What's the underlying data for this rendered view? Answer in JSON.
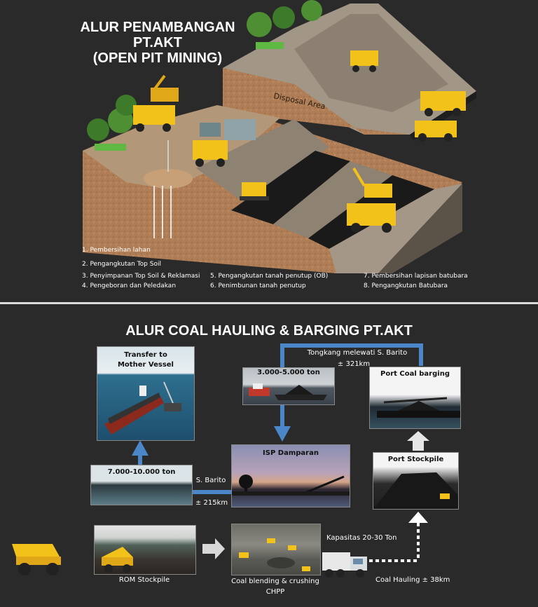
{
  "top": {
    "title_line1": "ALUR PENAMBANGAN",
    "title_line2": "PT.AKT",
    "title_line3": "(OPEN PIT MINING)",
    "disposal_label": "Disposal Area",
    "steps": [
      "1. Pembersihan lahan",
      "2. Pengangkutan Top Soil",
      "3. Penyimpanan Top Soil & Reklamasi",
      "4. Pengeboran dan Peledakan",
      "5. Pengangkutan tanah penutup (OB)",
      "6. Penimbunan tanah penutup",
      "7. Pembersihan lapisan batubara",
      "8. Pengangkutan Batubara"
    ]
  },
  "bottom": {
    "title": "ALUR COAL HAULING & BARGING PT.AKT",
    "transfer_line1": "Transfer to",
    "transfer_line2": "Mother Vessel",
    "tongkang_label": "Tongkang melewati S. Barito",
    "tongkang_distance": "± 321km",
    "barge_capacity": "3.000-5.000 ton",
    "port_barging": "Port Coal barging",
    "vessel_capacity": "7.000-10.000 ton",
    "river_label": "S. Barito",
    "river_distance": "± 215km",
    "isp_label": "ISP Damparan",
    "port_stockpile": "Port Stockpile",
    "rom_label": "ROM Stockpile",
    "chpp_line1": "Coal blending & crushing",
    "chpp_line2": "CHPP",
    "capacity_label": "Kapasitas  20-30 Ton",
    "hauling_label": "Coal Hauling ± 38km"
  },
  "colors": {
    "background": "#2a2a2a",
    "arrow_blue": "#4a86c8",
    "soil": "#b07e56",
    "truck_yellow": "#f2c21b"
  }
}
